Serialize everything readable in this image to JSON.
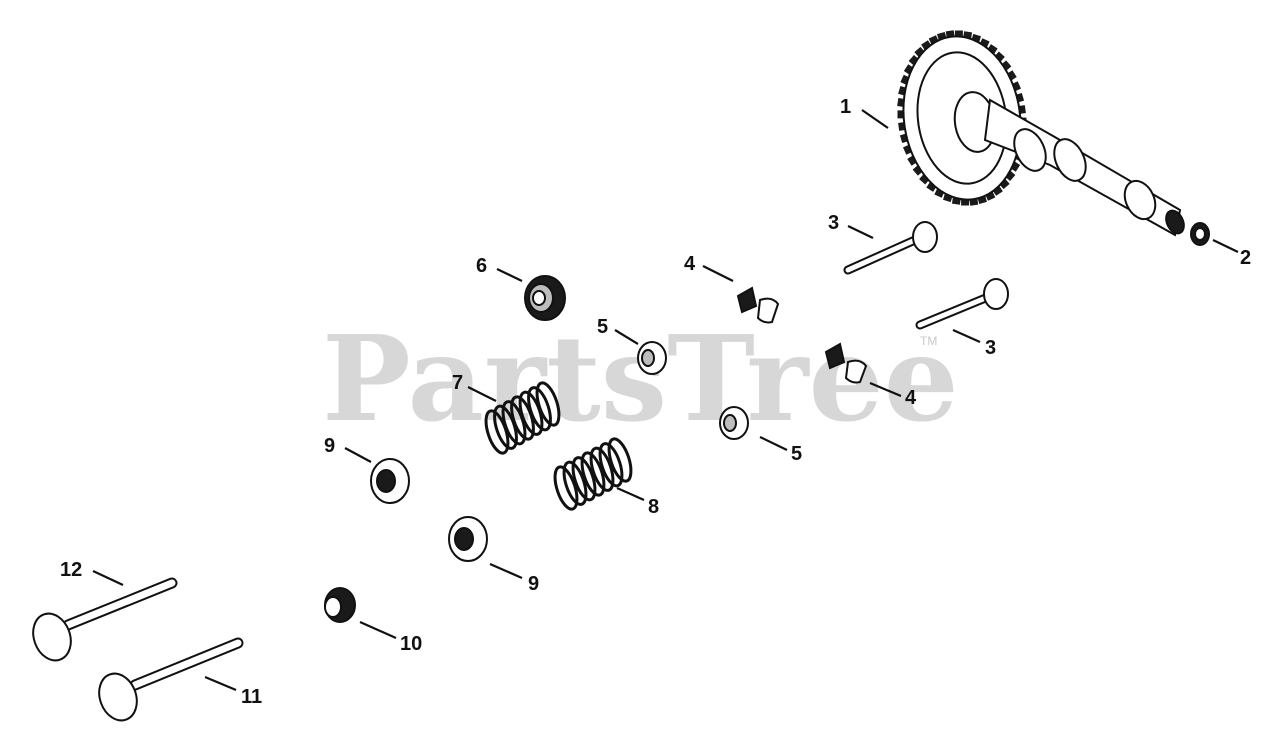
{
  "watermark": {
    "text": "PartsTree",
    "trademark": "TM"
  },
  "callouts": {
    "c1": "1",
    "c2": "2",
    "c3a": "3",
    "c3b": "3",
    "c4a": "4",
    "c4b": "4",
    "c5a": "5",
    "c5b": "5",
    "c6": "6",
    "c7": "7",
    "c8": "8",
    "c9a": "9",
    "c9b": "9",
    "c10": "10",
    "c11": "11",
    "c12": "12"
  }
}
